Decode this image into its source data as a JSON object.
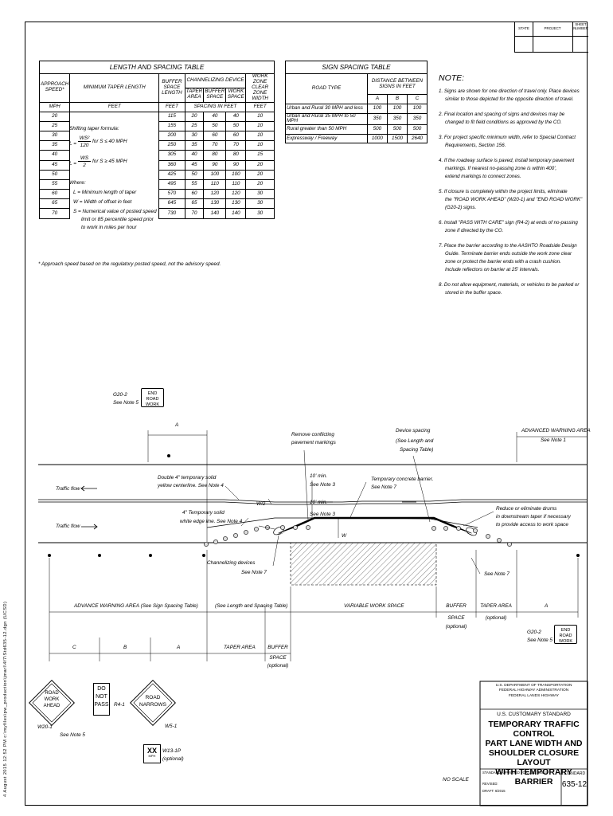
{
  "title_block": {
    "state": "STATE",
    "project": "PROJECT",
    "sheet_number": "SHEET NUMBER"
  },
  "length_table": {
    "title": "LENGTH AND SPACING TABLE",
    "headers": {
      "approach_speed": "APPROACH SPEED*",
      "min_taper": "MINIMUM TAPER LENGTH",
      "buffer": "BUFFER SPACE LENGTH",
      "channelizing": "CHANNELIZING DEVICE",
      "taper_area": "TAPER AREA",
      "buffer_space": "BUFFER SPACE",
      "work_space": "WORK SPACE",
      "clear_zone": "WORK ZONE CLEAR ZONE WIDTH",
      "mph": "MPH",
      "feet": "FEET",
      "feet2": "FEET",
      "spacing": "SPACING IN FEET",
      "feet3": "FEET"
    },
    "formula": {
      "line1": "Shifting taper formula:",
      "f1_num": "WS²",
      "f1_den": "120",
      "f1_cond": "for S ≤ 40 MPH",
      "l_eq": "L =",
      "f2_num": "WS",
      "f2_den": "2",
      "f2_cond": "for S ≥ 45 MPH",
      "where": "Where:",
      "def_l": "L =   Minimum length of taper",
      "def_w": "W =  Width of offset in feet",
      "def_s1": "S =   Numerical value of posted speed",
      "def_s2": "limit or 85 percentile speed prior",
      "def_s3": "to work in miles per hour"
    },
    "rows": [
      [
        "20",
        "115",
        "20",
        "40",
        "40",
        "10"
      ],
      [
        "25",
        "155",
        "25",
        "50",
        "50",
        "10"
      ],
      [
        "30",
        "200",
        "30",
        "60",
        "60",
        "10"
      ],
      [
        "35",
        "250",
        "35",
        "70",
        "70",
        "10"
      ],
      [
        "40",
        "305",
        "40",
        "80",
        "80",
        "15"
      ],
      [
        "45",
        "360",
        "45",
        "90",
        "90",
        "20"
      ],
      [
        "50",
        "425",
        "50",
        "100",
        "100",
        "20"
      ],
      [
        "55",
        "495",
        "55",
        "110",
        "110",
        "20"
      ],
      [
        "60",
        "570",
        "60",
        "120",
        "120",
        "30"
      ],
      [
        "65",
        "645",
        "65",
        "130",
        "130",
        "30"
      ],
      [
        "70",
        "730",
        "70",
        "140",
        "140",
        "30"
      ]
    ],
    "footnote": "*  Approach speed based on the regulatory posted speed, not the advisory speed."
  },
  "sign_table": {
    "title": "SIGN SPACING TABLE",
    "road_type": "ROAD TYPE",
    "distance": "DISTANCE BETWEEN SIGNS IN FEET",
    "cols": [
      "A",
      "B",
      "C"
    ],
    "rows": [
      [
        "Urban and Rural 30 MPH and less",
        "100",
        "100",
        "100"
      ],
      [
        "Urban and Rural 35 MPH to 50 MPH",
        "350",
        "350",
        "350"
      ],
      [
        "Rural greater than 50 MPH",
        "500",
        "500",
        "500"
      ],
      [
        "Expressway / Freeway",
        "1000",
        "1500",
        "2640"
      ]
    ]
  },
  "notes": {
    "title": "NOTE:",
    "items": [
      [
        "1. Signs are shown for one direction of travel only.  Place devices",
        "similar to those depicted for the opposite direction of travel."
      ],
      [
        "2. Final location and spacing of signs and devices may be",
        "changed to fit field conditions as approved by the CO."
      ],
      [
        "3. For project specific minimum width, refer to Special Contract",
        "Requirements, Section 156."
      ],
      [
        "4. If the roadway surface is paved, install temporary pavement",
        "markings.  If nearest no-passing zone is within 400',",
        "extend markings to connect zones."
      ],
      [
        "5. If closure is completely within the project limits, eliminate",
        "the \"ROAD WORK AHEAD\" (W20-1) and \"END ROAD WORK\"",
        "(G20-2) signs."
      ],
      [
        "6. Install \"PASS WITH CARE\" sign (R4-2) at ends of no-passing",
        "zone if directed by the CO."
      ],
      [
        "7. Place the barrier according to the AASHTO Roadside Design",
        "Guide.  Terminate barrier ends outside the work zone clear",
        "zone or protect the barrier ends with a crash cushion.",
        "Include reflectors on barrier at 25' intervals."
      ],
      [
        "8. Do not allow equipment, materials, or vehicles to be parked or",
        "stored in the buffer space."
      ]
    ]
  },
  "diagram": {
    "g20_top_label": "G20-2",
    "g20_top_note": "See Note 5",
    "end_sign_1": "END",
    "end_sign_2": "ROAD WORK",
    "dim_a": "A",
    "remove_markings_1": "Remove conflicting",
    "remove_markings_2": "pavement markings",
    "device_spacing_1": "Device spacing",
    "device_spacing_2": "(See Length and",
    "device_spacing_3": "Spacing Table)",
    "adv_warning_1": "ADVANCED WARNING AREA",
    "adv_warning_2": "See Note 1",
    "double_cl_1": "Double 4\" temporary solid",
    "double_cl_2": "yellow centerline.  See Note 4",
    "ten_min_1": "10' min.",
    "see_note_3a": "See Note 3",
    "temp_barrier_1": "Temporary concrete barrier.",
    "temp_barrier_2": "See Note 7",
    "traffic_flow_1": "Traffic flow",
    "traffic_flow_2": "Traffic flow",
    "w2": "W/2",
    "ten_min_2": "10' min.",
    "see_note_3b": "See Note 3",
    "edge_line_1": "4\" Temporary solid",
    "edge_line_2": "white edge line.  See Note 4",
    "w": "W",
    "reduce_1": "Reduce or eliminate drums",
    "reduce_2": "in downstream taper if necessary",
    "reduce_3": "to provide access to work space",
    "channel_1": "Channelizing devices",
    "channel_2": "See Note 7",
    "see_note_7b": "See Note 7",
    "adv_area": "ADVANCE WARNING AREA (See Sign Spacing Table)",
    "see_length": "(See Length and Spacing Table)",
    "var_work": "VARIABLE WORK SPACE",
    "buffer_1": "BUFFER",
    "buffer_2": "SPACE",
    "buffer_3": "(optional)",
    "taper_1": "TAPER AREA",
    "taper_2": "(optional)",
    "dim_a2": "A",
    "g20_right": "G20-2",
    "g20_right_note": "See Note 5",
    "dim_c": "C",
    "dim_b": "B",
    "dim_a3": "A",
    "taper_area_b": "TAPER AREA",
    "buffer_b1": "BUFFER",
    "buffer_b2": "SPACE",
    "buffer_b3": "(optional)"
  },
  "signs": {
    "road_work_1": "ROAD",
    "road_work_2": "WORK",
    "road_work_3": "AHEAD",
    "w20_1": "W20-1",
    "w20_note": "See Note 5",
    "do_not_1": "DO",
    "do_not_2": "NOT",
    "do_not_3": "PASS",
    "r4_1": "R4-1",
    "narrows_1": "ROAD",
    "narrows_2": "NARROWS",
    "w5_1": "W5-1",
    "xx": "XX",
    "mph": "MPH",
    "w13": "W13-1P",
    "optional": "(optional)"
  },
  "footer": {
    "dept_1": "U.S. DEPARTMENT OF TRANSPORTATION",
    "dept_2": "FEDERAL HIGHWAY ADMINISTRATION",
    "dept_3": "FEDERAL LANDS HIGHWAY",
    "standard": "U.S. CUSTOMARY STANDARD",
    "title_1": "TEMPORARY TRAFFIC CONTROL",
    "title_2": "PART LANE WIDTH AND",
    "title_3": "SHOULDER CLOSURE LAYOUT",
    "title_4": "WITH TEMPORARY BARRIER",
    "approved": "STANDARD APPROVED FOR USE: 6/2015",
    "revised": "REVISED:",
    "draft": "DRAFT:    6/2015",
    "standard_label": "STANDARD",
    "standard_num": "635-12",
    "no_scale": "NO SCALE",
    "side_text": "4 August 2015  12:52 PM          c:\\myfiles\\pw_production\\jmarl\\4f7\\Std635-12.dgn (UCSD)"
  }
}
